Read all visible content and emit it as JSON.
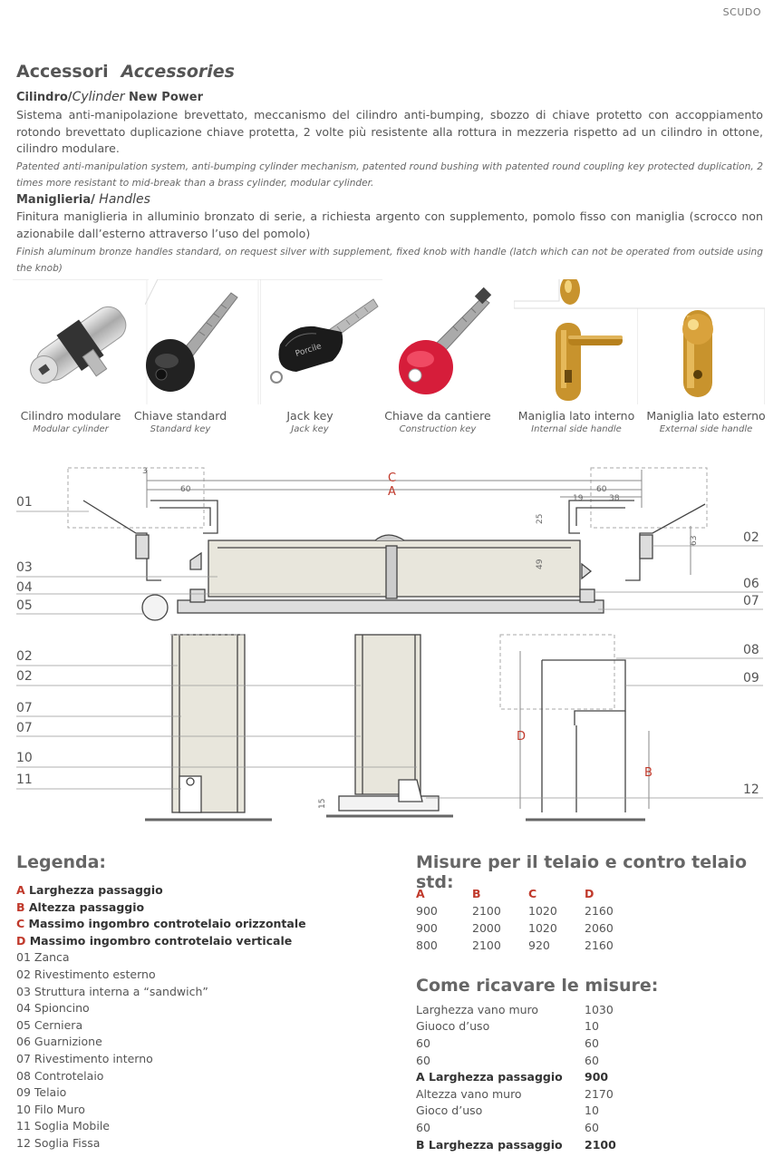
{
  "brand": "SCUDO",
  "heading": {
    "it": "Accessori",
    "en": "Accessories"
  },
  "cylinder": {
    "title_bold1": "Cilindro/",
    "title_italic": "Cylinder",
    "title_bold2": " New Power",
    "it": "Sistema anti-manipolazione brevettato, meccanismo del cilindro anti-bumping, sbozzo di chiave protetto con accoppiamento rotondo brevettato duplicazione chiave protetta, 2 volte più resistente alla rottura in mezzeria rispetto ad un cilindro in ottone, cilindro modulare.",
    "en": "Patented anti-manipulation system, anti-bumping cylinder mechanism, patented round bushing with patented round coupling key protected duplication, 2 times more resistant to mid-break than a brass cylinder, modular cylinder."
  },
  "handles": {
    "title_bold": "Maniglieria/",
    "title_italic": " Handles",
    "it": "Finitura maniglieria in alluminio bronzato di serie, a richiesta argento con supplemento, pomolo fisso con maniglia (scrocco non azionabile dall’esterno attraverso l’uso del pomolo)",
    "en": "Finish aluminum bronze handles standard, on request silver with supplement, fixed knob with handle (latch which can not be operated from outside using the knob)"
  },
  "products": [
    {
      "it": "Cilindro modulare",
      "en": "Modular cylinder"
    },
    {
      "it": "Chiave standard",
      "en": "Standard key"
    },
    {
      "it": "Jack key",
      "en": "Jack key"
    },
    {
      "it": "Chiave da cantiere",
      "en": "Construction key"
    },
    {
      "it": "Maniglia lato  interno",
      "en": "Internal side handle"
    },
    {
      "it": "Maniglia lato  esterno",
      "en": "External side handle"
    }
  ],
  "key_brand": "Porcile",
  "drawing": {
    "left_labels": [
      "01",
      "03",
      "04",
      "05",
      "02",
      "02",
      "07",
      "07",
      "10",
      "11"
    ],
    "right_labels": [
      "02",
      "06",
      "07",
      "08",
      "09",
      "12"
    ],
    "dims": {
      "C": "C",
      "A": "A",
      "D": "D",
      "B": "B",
      "d3": "3",
      "d60a": "60",
      "d60b": "60",
      "d19": "19",
      "d38": "38",
      "d25": "25",
      "d49": "49",
      "d63": "63",
      "d15": "15"
    }
  },
  "legend": {
    "title": "Legenda:",
    "lettered": [
      {
        "k": "A",
        "t": " Larghezza passaggio"
      },
      {
        "k": "B",
        "t": " Altezza passaggio"
      },
      {
        "k": "C",
        "t": " Massimo ingombro controtelaio orizzontale"
      },
      {
        "k": "D",
        "t": " Massimo ingombro controtelaio verticale"
      }
    ],
    "numbered": [
      "01 Zanca",
      "02 Rivestimento esterno",
      "03 Struttura interna a “sandwich”",
      "04 Spioncino",
      "05 Cerniera",
      "06 Guarnizione",
      "07 Rivestimento interno",
      "08 Controtelaio",
      "09 Telaio",
      "10 Filo Muro",
      "11 Soglia Mobile",
      "12 Soglia Fissa"
    ]
  },
  "misure": {
    "title": "Misure per il telaio e contro telaio std:",
    "headers": [
      "A",
      "B",
      "C",
      "D"
    ],
    "rows": [
      [
        "900",
        "2100",
        "1020",
        "2160"
      ],
      [
        "900",
        "2000",
        "1020",
        "2060"
      ],
      [
        "800",
        "2100",
        "920",
        "2160"
      ]
    ]
  },
  "come": {
    "title": "Come ricavare le misure:",
    "rows": [
      {
        "l": "Larghezza vano muro",
        "v": "1030",
        "b": false
      },
      {
        "l": "Giuoco d’uso",
        "v": "10",
        "b": false
      },
      {
        "l": "60",
        "v": "60",
        "b": false
      },
      {
        "l": "60",
        "v": "60",
        "b": false
      },
      {
        "l": "A Larghezza passaggio",
        "v": "900",
        "b": true
      },
      {
        "l": "Altezza vano  muro",
        "v": "2170",
        "b": false
      },
      {
        "l": "Gioco d’uso",
        "v": "10",
        "b": false
      },
      {
        "l": "60",
        "v": "60",
        "b": false
      },
      {
        "l": "B Larghezza passaggio",
        "v": "2100",
        "b": true
      }
    ]
  }
}
